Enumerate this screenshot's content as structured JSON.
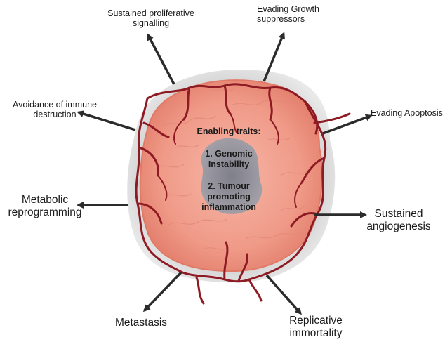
{
  "labels": {
    "proliferative": [
      "Sustained proliferative",
      "signalling"
    ],
    "growth": [
      "Evading Growth",
      "suppressors"
    ],
    "immune": [
      "Avoidance of immune",
      "destruction"
    ],
    "apoptosis": [
      "Evading Apoptosis"
    ],
    "metabolic": [
      "Metabolic",
      "reprogramming"
    ],
    "angiogenesis": [
      "Sustained",
      "angiogenesis"
    ],
    "metastasis": [
      "Metastasis"
    ],
    "immortality": [
      "Replicative",
      "immortality"
    ]
  },
  "core": {
    "heading": "Enabling traits:",
    "trait1": [
      "1.  Genomic",
      "Instability"
    ],
    "trait2": [
      "2. Tumour",
      "promoting",
      "inflammation"
    ]
  },
  "colors": {
    "tumor": "#f2a08f",
    "tumor_edge": "#e58a78",
    "halo": "#cfcfcf",
    "core": "#8a8a94",
    "vessel": "#8e1a24",
    "arrow": "#2b2b2b"
  }
}
